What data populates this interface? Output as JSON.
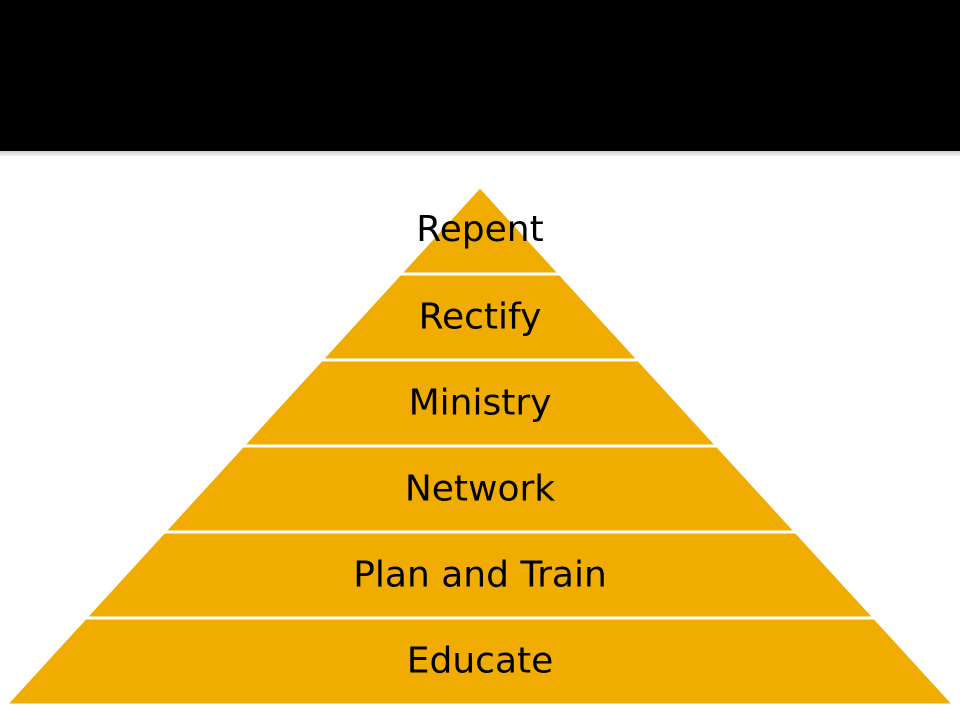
{
  "colors": {
    "title_bar": "#000000",
    "tier_fill": "#F0AC00",
    "tier_edge": "#ffffff",
    "label_text": "#000000"
  },
  "pyramid": {
    "tiers": [
      {
        "label": "Repent"
      },
      {
        "label": "Rectify"
      },
      {
        "label": "Ministry"
      },
      {
        "label": "Network"
      },
      {
        "label": "Plan and Train"
      },
      {
        "label": "Educate"
      }
    ]
  }
}
